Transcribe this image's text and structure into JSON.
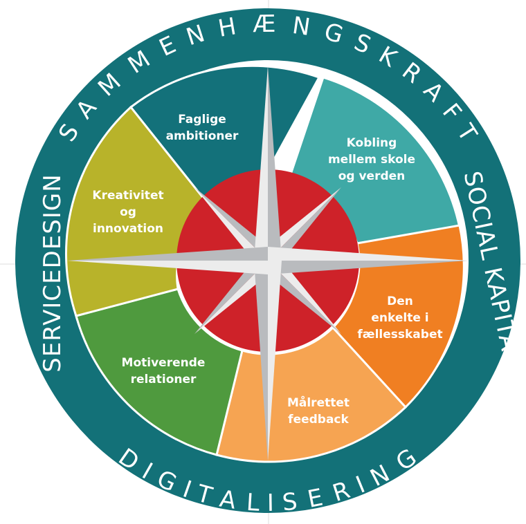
{
  "ring_labels": {
    "top": "SAMMENHÆNGSKRAFT",
    "right": "SOCIAL KAPITAL",
    "bottom": "DIGITALISERING",
    "left": "SERVICEDESIGN"
  },
  "segments": [
    {
      "id": "faglige",
      "lines": [
        "Faglige",
        "ambitioner"
      ],
      "color": "#13717A"
    },
    {
      "id": "kobling",
      "lines": [
        "Kobling",
        "mellem skole",
        "og verden"
      ],
      "color": "#3FA9A6"
    },
    {
      "id": "enkelte",
      "lines": [
        "Den",
        "enkelte i",
        "fællesskabet"
      ],
      "color": "#F07F22"
    },
    {
      "id": "maalrettet",
      "lines": [
        "Målrettet",
        "feedback"
      ],
      "color": "#F6A452"
    },
    {
      "id": "motiverende",
      "lines": [
        "Motiverende",
        "relationer"
      ],
      "color": "#4F9A3E"
    },
    {
      "id": "kreativitet",
      "lines": [
        "Kreativitet",
        "og",
        "innovation"
      ],
      "color": "#B8B32A"
    }
  ],
  "colors": {
    "ring": "#137178",
    "ring_border": "#0f5f66",
    "center": "#CE2229",
    "star_light": "#ECECEC",
    "star_dark": "#B9BBBE",
    "crosshair": "#d7d7d7"
  }
}
